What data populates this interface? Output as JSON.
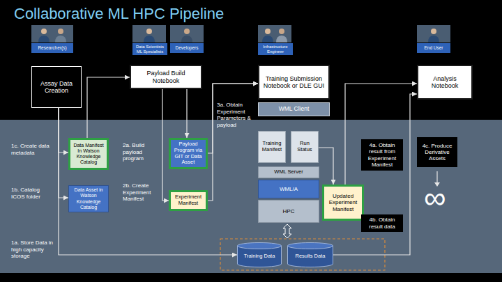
{
  "diagram": {
    "title": "Collaborative ML HPC Pipeline",
    "nodes": [
      {
        "text": [
          "Researcher(s)"
        ]
      },
      {
        "text": [
          "Data Scientists ML Specialists"
        ]
      },
      {
        "text": [
          "Developers"
        ]
      },
      {
        "text": [
          "Infrastructure Engineer"
        ]
      },
      {
        "text": [
          "End User"
        ]
      },
      {
        "text": [
          "Assay Data Creation"
        ]
      },
      {
        "text": [
          "Payload Build Notebook"
        ]
      },
      {
        "text": [
          "Training Submission Notebook or DLE GUI"
        ]
      },
      {
        "text": [
          "WML Client"
        ]
      },
      {
        "text": [
          "Analysis Notebook"
        ]
      },
      {
        "text": [
          "Data Manifest In Watson Knowledge Catalog"
        ]
      },
      {
        "text": [
          "Payload Program via GIT or Data Asset"
        ]
      },
      {
        "text": [
          "Training Manifest"
        ]
      },
      {
        "text": [
          "Run Status"
        ]
      },
      {
        "text": [
          "4a. Obtain result from Experiment Manifest"
        ]
      },
      {
        "text": [
          "4c. Produce Derivative Assets"
        ]
      },
      {
        "text": [
          "WML Server"
        ]
      },
      {
        "text": [
          "Data Asset in Watson Knowledge Catalog"
        ]
      },
      {
        "text": [
          "Experiment Manifest"
        ]
      },
      {
        "text": [
          "Updated Experiment Manifest"
        ]
      },
      {
        "text": [
          "WML/A"
        ]
      },
      {
        "text": [
          "HPC"
        ]
      },
      {
        "text": [
          "4b. Obtain result data"
        ]
      },
      {
        "text": [
          "Training Data"
        ]
      },
      {
        "text": [
          "Results Data"
        ]
      }
    ],
    "edges": [
      {
        "from": 5,
        "to": 10,
        "arrow": "to"
      },
      {
        "from": 5,
        "to": 17,
        "arrow": "to"
      },
      {
        "from": 5,
        "to": 23,
        "arrow": "to"
      },
      {
        "from": 10,
        "to": 6,
        "arrow": "to"
      },
      {
        "from": 6,
        "to": 11,
        "arrow": "to"
      },
      {
        "from": 6,
        "to": 18,
        "arrow": "to"
      },
      {
        "from": 11,
        "to": 7,
        "arrow": "to"
      },
      {
        "from": 18,
        "to": 7,
        "arrow": "to"
      },
      {
        "from": 13,
        "to": 19,
        "arrow": "to"
      },
      {
        "from": 19,
        "to": 9,
        "arrow": "to"
      },
      {
        "from": 24,
        "to": 9,
        "arrow": "to"
      }
    ],
    "labels": [
      "1c. Create data metadata",
      "1b. Catalog ICOS folder",
      "1a. Store Data in high capacity storage",
      "2a. Build payload program",
      "2b. Create Experiment Manifest",
      "3a. Obtain Experiment Parameters & payload",
      "∞"
    ]
  }
}
